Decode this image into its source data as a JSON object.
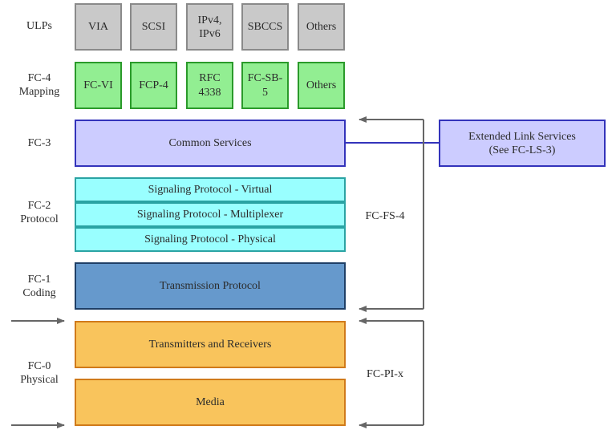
{
  "layers": {
    "ulps": "ULPs",
    "fc4": "FC-4\nMapping",
    "fc3": "FC-3",
    "fc2": "FC-2\nProtocol",
    "fc1": "FC-1\nCoding",
    "fc0": "FC-0\nPhysical"
  },
  "ulps": [
    "VIA",
    "SCSI",
    "IPv4,\nIPv6",
    "SBCCS",
    "Others"
  ],
  "mappings": [
    "FC-VI",
    "FCP-4",
    "RFC\n4338",
    "FC-SB-\n5",
    "Others"
  ],
  "common_services": "Common Services",
  "extended_link_services": "Extended Link Services\n(See FC-LS-3)",
  "signaling": [
    "Signaling Protocol - Virtual",
    "Signaling Protocol - Multiplexer",
    "Signaling Protocol - Physical"
  ],
  "transmission_protocol": "Transmission Protocol",
  "transmitters_receivers": "Transmitters and Receivers",
  "media": "Media",
  "brackets": {
    "fcfs": "FC-FS-4",
    "fcpi": "FC-PI-x"
  }
}
